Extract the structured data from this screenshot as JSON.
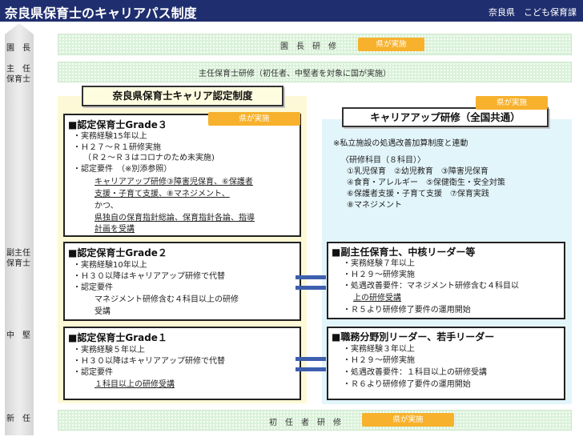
{
  "header": {
    "title": "奈良県保育士のキャリアパス制度",
    "org": "奈良県　こども保育課"
  },
  "levels": {
    "director": "園　長",
    "chief_line1": "主　任",
    "chief_line2": "保育士",
    "vice_line1": "副主任",
    "vice_line2": "保育士",
    "midlevel": "中　堅",
    "newcomer": "新　任"
  },
  "bands": {
    "director_training": "園　長　研　修",
    "chief_training": "主任保育士研修（初任者、中堅者を対象に国が実施）",
    "newcomer_training": "初　任　者　研　修"
  },
  "tags": {
    "prefecture": "県が実施"
  },
  "left": {
    "title": "奈良県保育士キャリア認定制度",
    "grade3": {
      "title": "■認定保育士Grade３",
      "lines": [
        "・実務経験15年以上",
        "・Ｈ２７～Ｒ１研修実施",
        "（Ｒ２～Ｒ３はコロナのため未実施)",
        "・認定要件　（※別添参照）",
        "キャリアアップ研修③障害児保育、⑥保護者",
        "支援・子育て支援、⑧マネジメント、",
        "かつ、",
        "県独自の保育指針総論、保育指針各論、指導",
        "計画を受講"
      ]
    },
    "grade2": {
      "title": "■認定保育士Grade２",
      "lines": [
        "・実務経験10年以上",
        "・Ｈ３０以降はキャリアアップ研修で代替",
        "・認定要件",
        "マネジメント研修含む４科目以上の研修",
        "受講"
      ]
    },
    "grade1": {
      "title": "■認定保育士Grade１",
      "lines": [
        "・実務経験５年以上",
        "・Ｈ３０以降はキャリアアップ研修で代替",
        "・認定要件",
        "１科目以上の研修受講"
      ]
    }
  },
  "right": {
    "title": "キャリアアップ研修（全国共通）",
    "note": "※私立施設の処遇改善加算制度と連動",
    "subjects_header": "〈研修科目（８科目）〉",
    "subjects": [
      "①乳児保育　②幼児教育　③障害児保育",
      "④食育・アレルギー　⑤保健衛生・安全対策",
      "⑥保護者支援・子育て支援　⑦保育実践",
      "⑧マネジメント"
    ],
    "vice_box": {
      "title": "■副主任保育士、中核リーダー等",
      "lines": [
        "・実務経験７年以上",
        "・Ｈ２９～研修実施",
        "・処遇改善要件：マネジメント研修含む４科目以",
        "上の研修受講",
        "・Ｒ５より研修修了要件の運用開始"
      ]
    },
    "mid_box": {
      "title": "■職務分野別リーダー、若手リーダー",
      "lines": [
        "・実務経験３年以上",
        "・Ｈ２９～研修実施",
        "・処遇改善要件：１科目以上の研修受講",
        "・Ｒ６より研修修了要件の運用開始"
      ]
    }
  },
  "colors": {
    "header_bg": "#1f2e6e",
    "band_green": "#daf2d9",
    "tag_orange": "#f7b12c",
    "left_panel": "#fdf9d6",
    "right_panel": "#e2f5fb",
    "equal_bar": "#3d5fae"
  }
}
